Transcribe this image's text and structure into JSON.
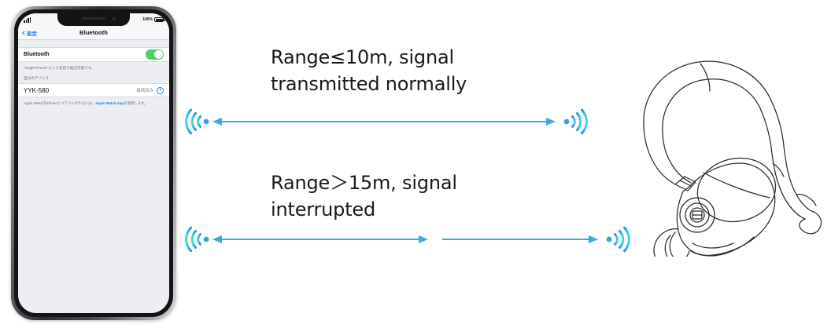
{
  "phone": {
    "statusbar": {
      "battery": "100%",
      "signal_icon": "cellular-bars-icon"
    },
    "navbar": {
      "back_label": "設定",
      "title": "Bluetooth"
    },
    "bluetooth_row": {
      "label": "Bluetooth",
      "toggle_state": "on"
    },
    "discoverable_note": "\"wngf5 iPhone\"という名前で検出可能です。",
    "section_header": "自分のデバイス",
    "device": {
      "name": "YYK-580",
      "status": "接続済み",
      "info_icon": "info-circle-icon",
      "info_glyph": "i"
    },
    "footnote_text": "Apple WatchをiPhoneとペアリングするには、",
    "footnote_link": "Apple Watch App",
    "footnote_tail": "を使用します。"
  },
  "diagram": {
    "row1": {
      "caption": "Range≤10m, signal\ntransmitted normally",
      "left_icon": "signal-waves-left-icon",
      "right_icon": "signal-waves-right-icon",
      "connector": "double-headed-arrow",
      "state": "connected"
    },
    "row2": {
      "caption": "Range＞15m, signal\ninterrupted",
      "left_icon": "signal-waves-left-icon",
      "right_icon": "signal-waves-right-icon",
      "connector": "broken-arrow-with-gap",
      "state": "interrupted"
    }
  },
  "earbud": {
    "label": "wireless-earbud-line-drawing"
  },
  "colors": {
    "accent_blue": "#3fa9dc",
    "wave_cyan": "#30c7e8",
    "wave_blue": "#2e9bd6",
    "toggle_green": "#4cd264",
    "ios_link": "#1f7fe8",
    "text": "#1a1a1a"
  }
}
